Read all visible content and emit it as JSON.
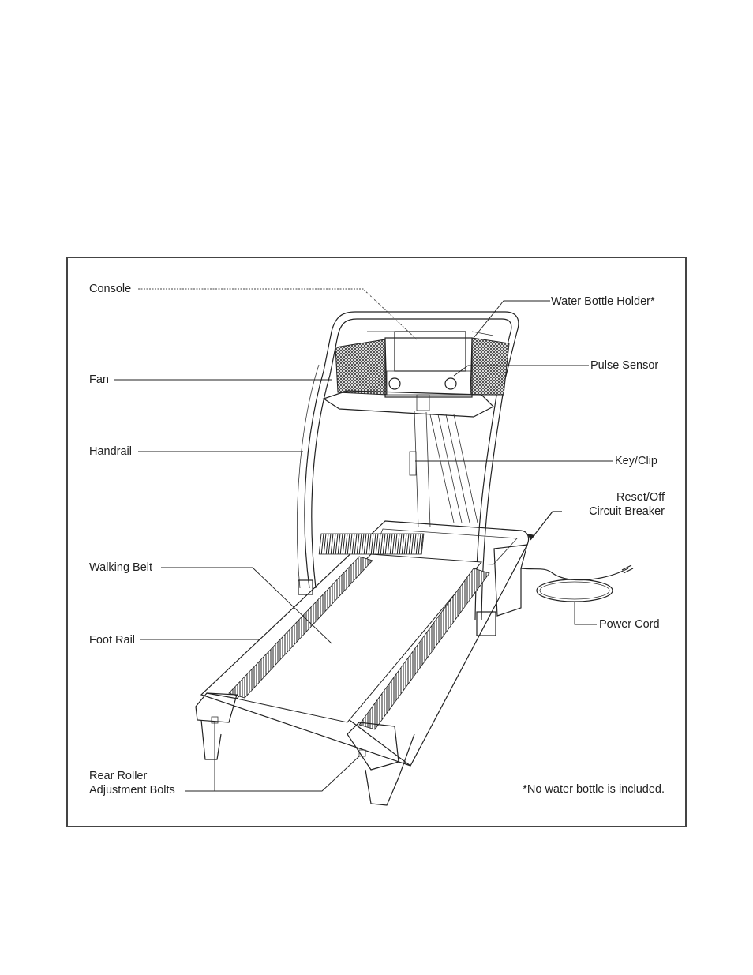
{
  "labels": {
    "console": "Console",
    "water_bottle_holder": "Water Bottle Holder*",
    "fan": "Fan",
    "pulse_sensor": "Pulse Sensor",
    "handrail": "Handrail",
    "key_clip": "Key/Clip",
    "reset_off_line1": "Reset/Off",
    "reset_off_line2": "Circuit Breaker",
    "walking_belt": "Walking Belt",
    "power_cord": "Power Cord",
    "foot_rail": "Foot Rail",
    "rear_roller_line1": "Rear Roller",
    "rear_roller_line2": "Adjustment Bolts"
  },
  "footnote": "*No water bottle is included."
}
